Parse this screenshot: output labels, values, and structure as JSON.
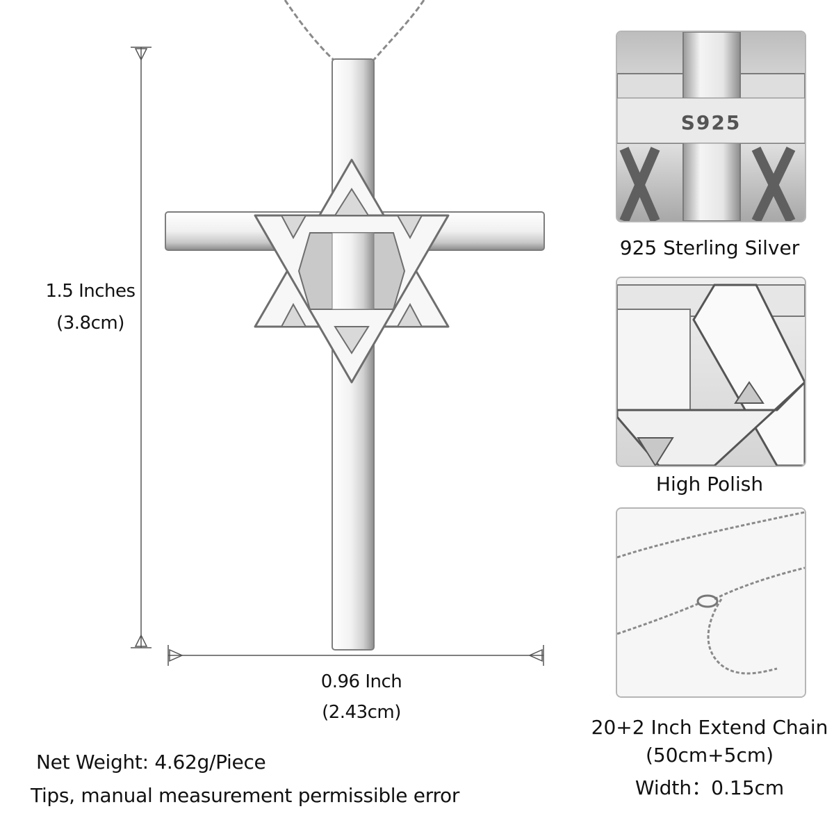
{
  "product": {
    "height_label": "1.5 Inches",
    "height_metric": "(3.8cm)",
    "width_label": "0.96 Inch",
    "width_metric": "(2.43cm)",
    "net_weight": "Net Weight: 4.62g/Piece",
    "tips": "Tips, manual measurement permissible error"
  },
  "features": [
    {
      "caption": "925 Sterling Silver",
      "stamp": "S925",
      "icon": "silver-stamp-closeup"
    },
    {
      "caption": "High Polish",
      "icon": "polish-closeup"
    },
    {
      "caption": "20+2 Inch Extend Chain",
      "sub1": "(50cm+5cm)",
      "sub2": "Width：0.15cm",
      "icon": "chain-closeup"
    }
  ],
  "colors": {
    "metal_light": "#f4f4f4",
    "metal_dark": "#9a9a9a",
    "text": "#111111"
  }
}
